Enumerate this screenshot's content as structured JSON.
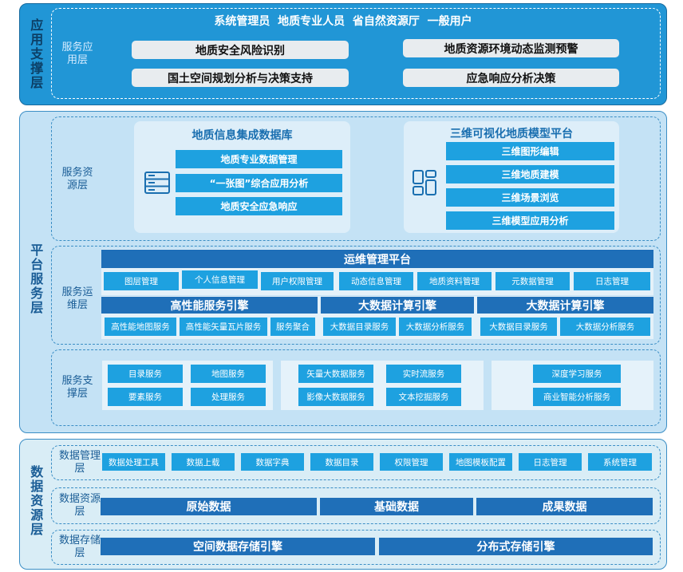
{
  "app_layer": {
    "label": "应用支撑层",
    "service_app": {
      "label": "服务应用层",
      "users": "系统管理员  地质专业人员  省自然资源厅  一般用户",
      "items": [
        "地质安全风险识别",
        "地质资源环境动态监测预警",
        "国土空间规划分析与决策支持",
        "应急响应分析决策"
      ]
    }
  },
  "platform_layer": {
    "label": "平台服务层",
    "resource": {
      "label": "服务资源层",
      "db": {
        "title": "地质信息集成数据库",
        "icon": "server-icon",
        "items": [
          "地质专业数据管理",
          "“一张图”综合应用分析",
          "地质安全应急响应"
        ]
      },
      "model": {
        "title": "三维可视化地质模型平台",
        "icon": "layout-grid-icon",
        "items": [
          "三维图形编辑",
          "三维地质建模",
          "三维场景浏览",
          "三维模型应用分析"
        ]
      }
    },
    "ops": {
      "label": "服务运维层",
      "platform_title": "运维管理平台",
      "mgmt_items": [
        "图层管理",
        "个人信息管理",
        "用户权限管理",
        "动态信息管理",
        "地质资料管理",
        "元数据管理",
        "日志管理"
      ],
      "engines": [
        {
          "title": "高性能服务引擎",
          "items": [
            "高性能地图服务",
            "高性能矢量瓦片服务",
            "服务聚合"
          ]
        },
        {
          "title": "大数据计算引擎",
          "items": [
            "大数据目录服务",
            "大数据分析服务"
          ]
        },
        {
          "title": "大数据计算引擎",
          "items": [
            "大数据目录服务",
            "大数据分析服务"
          ]
        }
      ]
    },
    "support": {
      "label": "服务支撑层",
      "group1": [
        "目录服务",
        "地图服务",
        "要素服务",
        "处理服务"
      ],
      "group2": [
        "矢量大数据服务",
        "实时流服务",
        "影像大数据服务",
        "文本挖掘服务"
      ],
      "group3": [
        "深度学习服务",
        "商业智能分析服务"
      ]
    }
  },
  "data_layer": {
    "label": "数据资源层",
    "mgmt": {
      "label": "数据管理层",
      "items": [
        "数据处理工具",
        "数据上载",
        "数据字典",
        "数据目录",
        "权限管理",
        "地图模板配置",
        "日志管理",
        "系统管理"
      ]
    },
    "resource": {
      "label": "数据资源层",
      "items": [
        "原始数据",
        "基础数据",
        "成果数据"
      ]
    },
    "storage": {
      "label": "数据存储层",
      "items": [
        "空间数据存储引擎",
        "分布式存储引擎"
      ]
    }
  }
}
